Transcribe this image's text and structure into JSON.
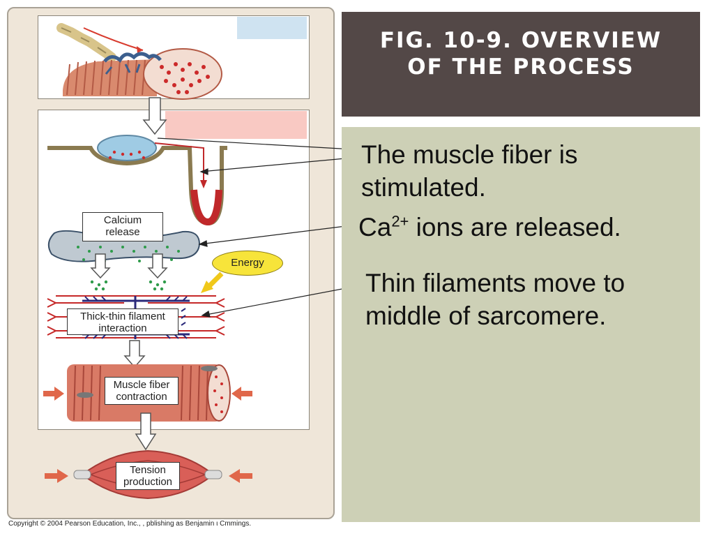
{
  "slide": {
    "title": "FIG. 10-9.  OVERVIEW\nOF THE PROCESS",
    "bullets": [
      {
        "text": "The muscle fiber is stimulated."
      },
      {
        "prefix": "Ca",
        "superscript": "2+",
        "suffix": " ions are released."
      },
      {
        "text": "Thin filaments move to middle of sarcomere."
      }
    ]
  },
  "figure": {
    "labels": {
      "calcium_release": "Calcium release",
      "energy": "Energy",
      "thick_thin": "Thick-thin filament interaction",
      "contraction": "Muscle fiber contraction",
      "tension": "Tension production"
    },
    "copyright": "Copyright © 2004 Pearson Education, Inc., , pblishing as Benjamin ι Cmmings."
  },
  "colors": {
    "title_bg": "#534847",
    "content_bg": "#cdd0b6",
    "figure_bg": "#efe6d9",
    "muscle_red": "#c9503f",
    "calcium_green": "#2e9b4a",
    "energy_yellow": "#f7e43a"
  }
}
